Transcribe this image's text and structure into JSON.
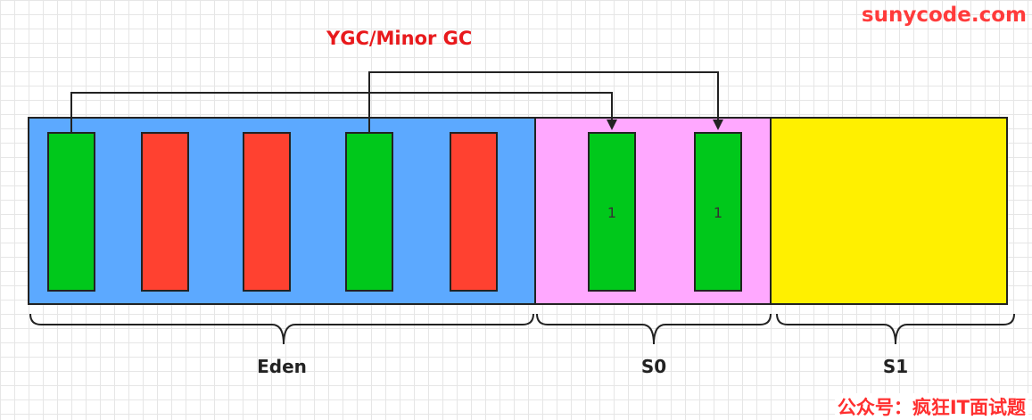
{
  "watermark_top": "sunycode.com",
  "watermark_bottom": "公众号：疯狂IT面试题",
  "title": "YGC/Minor GC",
  "colors": {
    "eden": "#5ca9ff",
    "s0": "#ffa8ff",
    "s1": "#fff000",
    "live_object": "#00c81b",
    "dead_object": "#ff4130",
    "title": "#e8191c",
    "line": "#222222"
  },
  "regions": [
    {
      "id": "eden",
      "label": "Eden"
    },
    {
      "id": "s0",
      "label": "S0"
    },
    {
      "id": "s1",
      "label": "S1"
    }
  ],
  "eden_objects": [
    {
      "status": "live"
    },
    {
      "status": "dead"
    },
    {
      "status": "dead"
    },
    {
      "status": "live"
    },
    {
      "status": "dead"
    }
  ],
  "s0_objects": [
    {
      "status": "live",
      "age": "1"
    },
    {
      "status": "live",
      "age": "1"
    }
  ]
}
